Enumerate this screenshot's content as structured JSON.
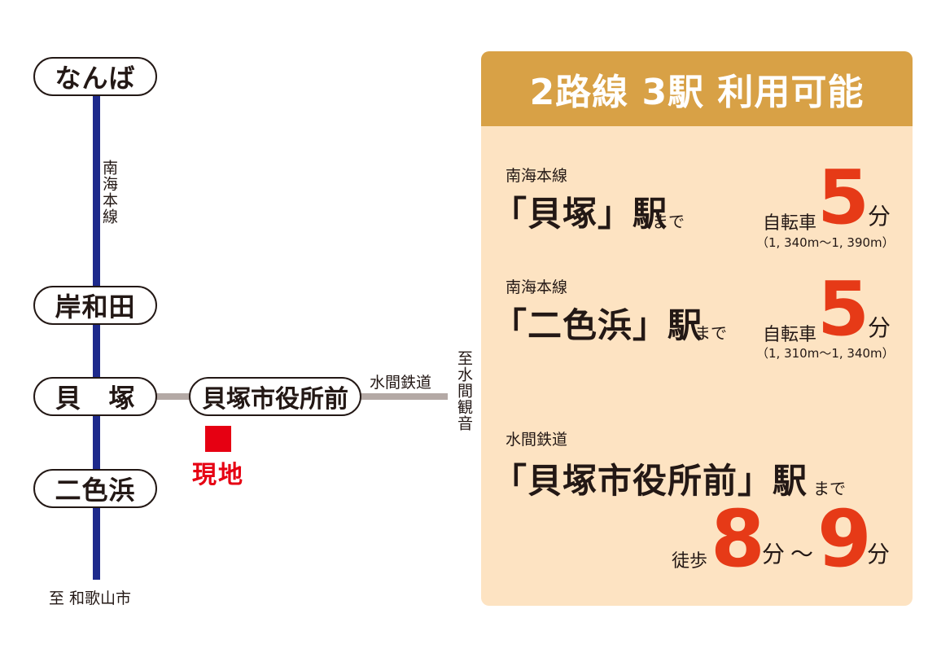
{
  "map": {
    "stations": {
      "namba": "なんば",
      "kishiwada": "岸和田",
      "kaizuka": "貝　塚",
      "nishikinohama": "二色浜",
      "shiyakushomae": "貝塚市役所前"
    },
    "labels": {
      "nankai_line": "南海本線",
      "mizuma_line": "水間鉄道",
      "to_mizuma_kannon": "至水間観音",
      "to_wakayama": "至 和歌山市",
      "site": "現地"
    },
    "colors": {
      "nankai_line": "#1e2a8c",
      "mizuma_line": "#b4a9a5",
      "site": "#e60012"
    }
  },
  "panel": {
    "heading": "2路線 3駅 利用可能",
    "colors": {
      "heading_bg": "#d8a146",
      "body_bg": "#fde3c2",
      "accent": "#e63a17"
    },
    "blocks": [
      {
        "line": "南海本線",
        "station": "「貝塚」駅",
        "until": "まで",
        "mode": "自転車",
        "minutes": "5",
        "unit": "分",
        "distance": "（1, 340m〜1, 390m）"
      },
      {
        "line": "南海本線",
        "station": "「二色浜」駅",
        "until": "まで",
        "mode": "自転車",
        "minutes": "5",
        "unit": "分",
        "distance": "（1, 310m〜1, 340m）"
      },
      {
        "line": "水間鉄道",
        "station": "「貝塚市役所前」駅",
        "until": "まで",
        "mode": "徒歩",
        "minutes_min": "8",
        "minutes_max": "9",
        "unit": "分",
        "tilde": "〜"
      }
    ]
  }
}
